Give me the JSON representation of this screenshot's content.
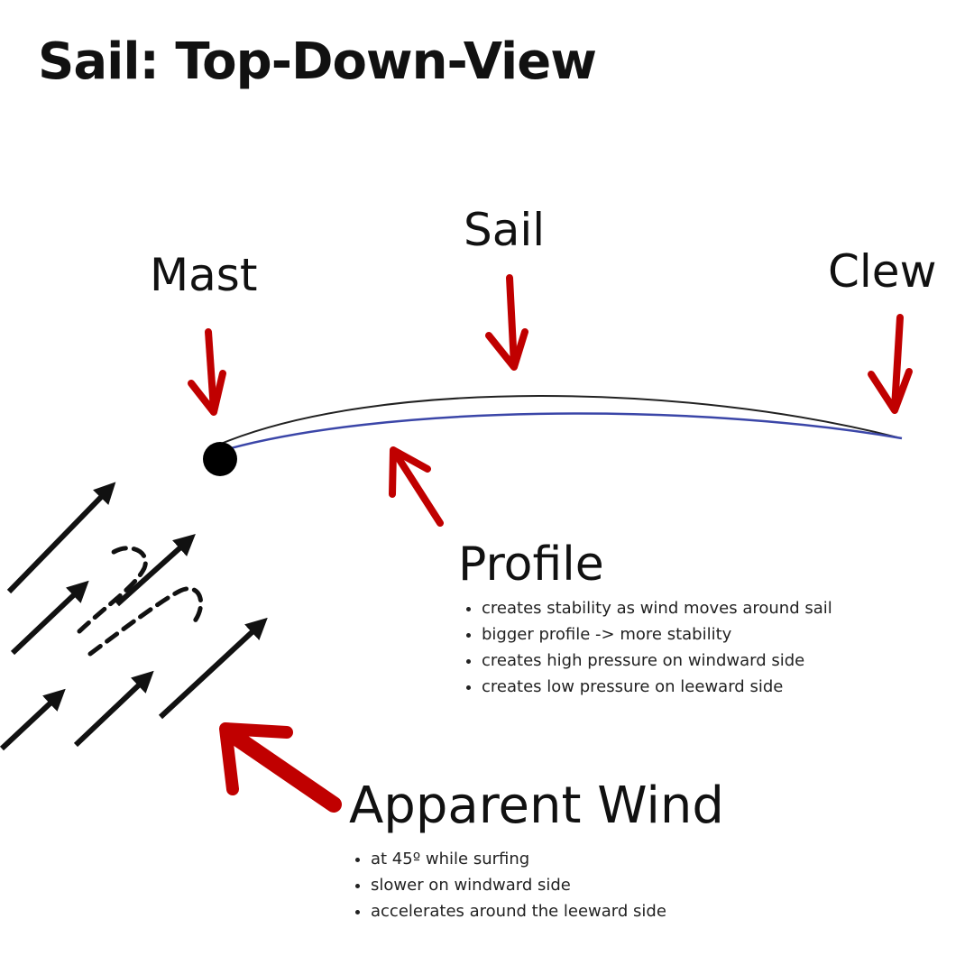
{
  "title": "Sail: Top-Down-View",
  "labels": {
    "mast": "Mast",
    "sail": "Sail",
    "clew": "Clew",
    "profile": "Profile",
    "apparent_wind": "Apparent Wind"
  },
  "profile_points": [
    "creates stability as wind moves around sail",
    "bigger profile -> more stability",
    "creates high pressure on windward side",
    "creates low pressure on leeward side"
  ],
  "wind_points": [
    "at 45º while surfing",
    "slower on windward side",
    "accelerates around the leeward side"
  ],
  "colors": {
    "pointer_arrow": "#c00000",
    "windward_line": "#3b46a8",
    "leeward_line": "#222222",
    "wind_arrow": "#111111"
  }
}
